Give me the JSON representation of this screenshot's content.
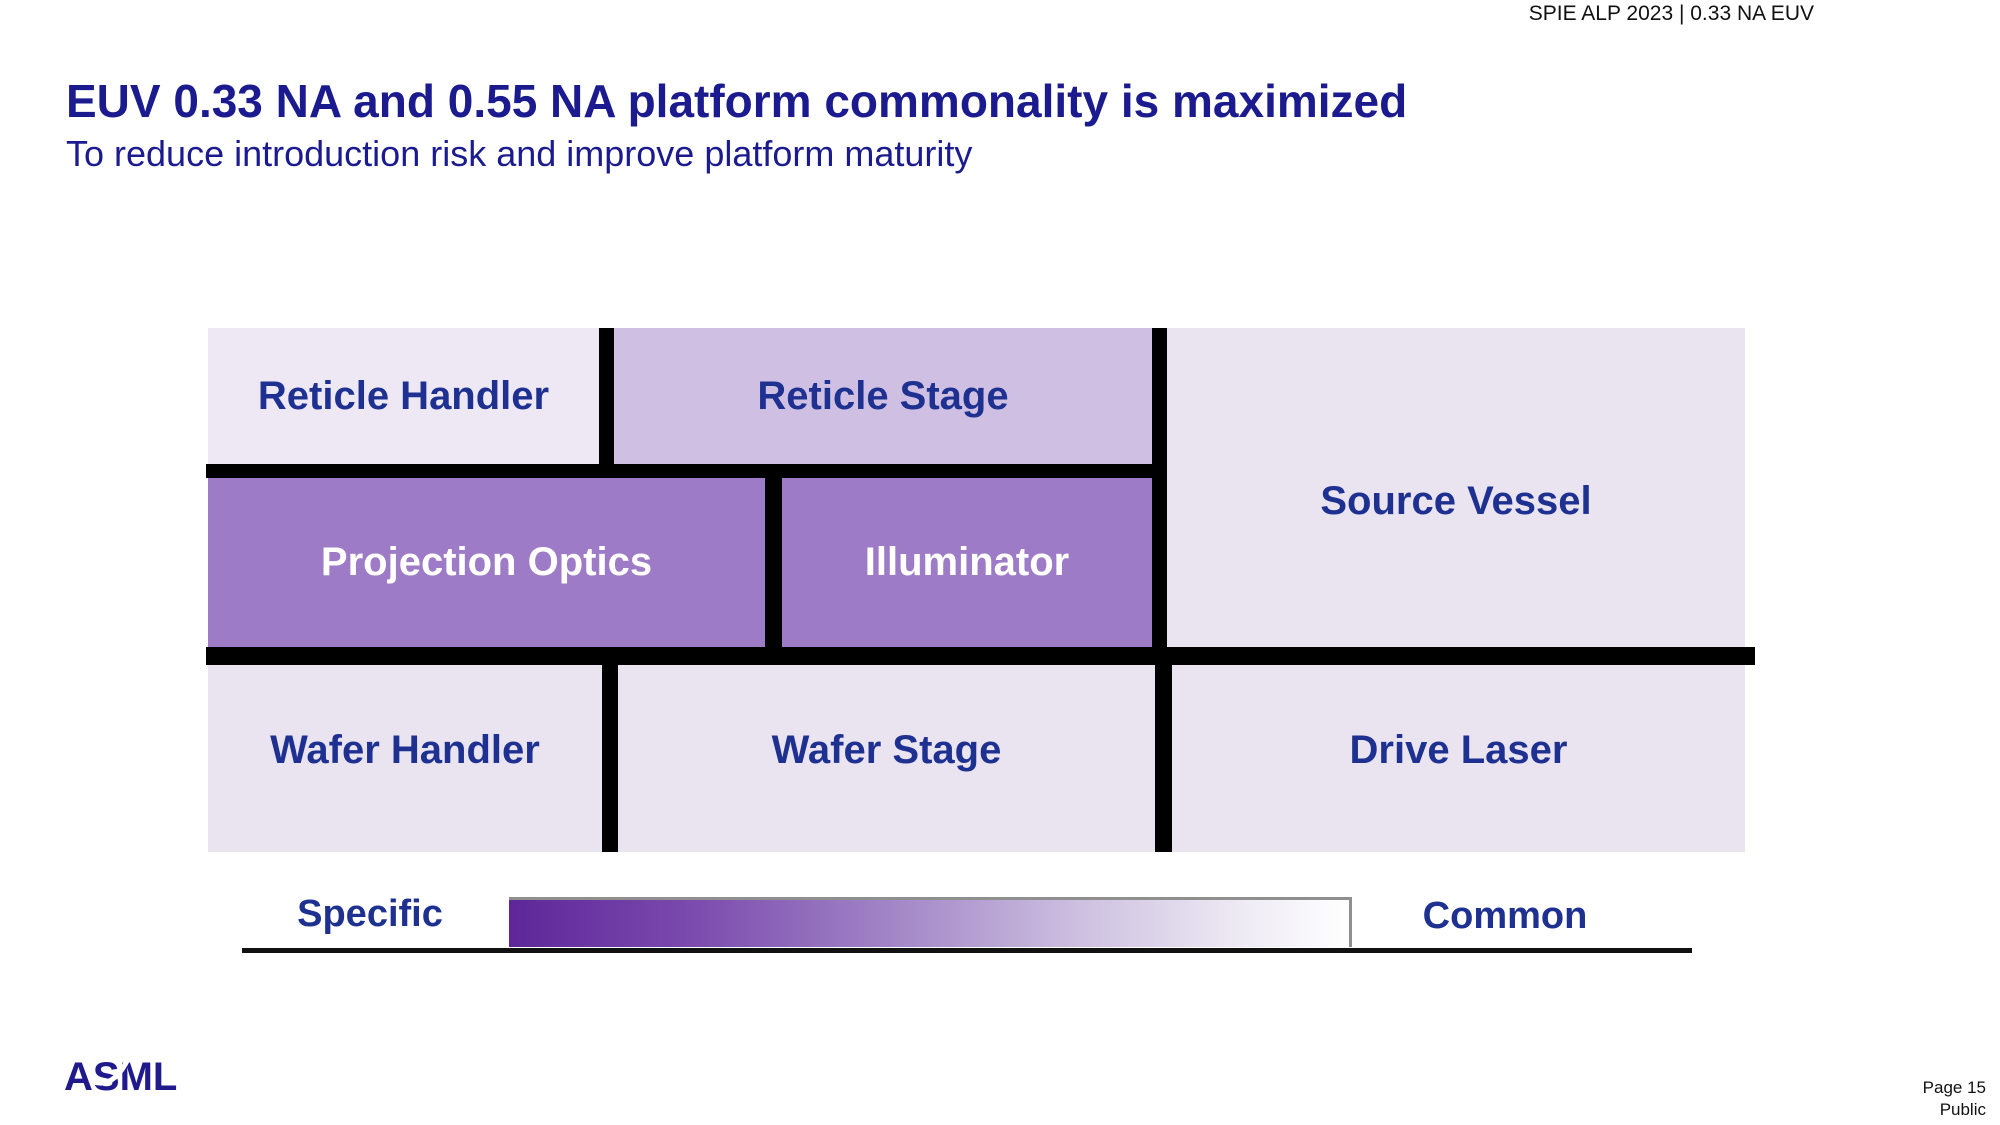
{
  "slide": {
    "header_meta": "SPIE ALP 2023 | 0.33 NA EUV",
    "title": "EUV 0.33 NA and 0.55 NA platform commonality is maximized",
    "subtitle": "To reduce introduction risk and improve platform maturity"
  },
  "diagram": {
    "blocks": [
      {
        "label": "Reticle Handler",
        "commonality": "common"
      },
      {
        "label": "Reticle Stage",
        "commonality": "partially-specific"
      },
      {
        "label": "Source Vessel",
        "commonality": "common"
      },
      {
        "label": "Projection Optics",
        "commonality": "specific"
      },
      {
        "label": "Illuminator",
        "commonality": "specific"
      },
      {
        "label": "Wafer Handler",
        "commonality": "common"
      },
      {
        "label": "Wafer Stage",
        "commonality": "common"
      },
      {
        "label": "Drive Laser",
        "commonality": "common"
      }
    ],
    "legend": {
      "left_label": "Specific",
      "right_label": "Common"
    }
  },
  "footer": {
    "logo_text": "ASML",
    "page_label": "Page 15",
    "classification_label": "Public"
  },
  "colors": {
    "title_navy": "#1b1b8f",
    "label_navy": "#1e3191",
    "block_light": "#eae4f1",
    "block_medium": "#cfc0e3",
    "block_dark_purple": "#9d7bc6",
    "divider_black": "#000000",
    "gradient_left_purple": "#5e2699",
    "gradient_right": "#ffffff",
    "logo_navy": "#201a8c"
  }
}
